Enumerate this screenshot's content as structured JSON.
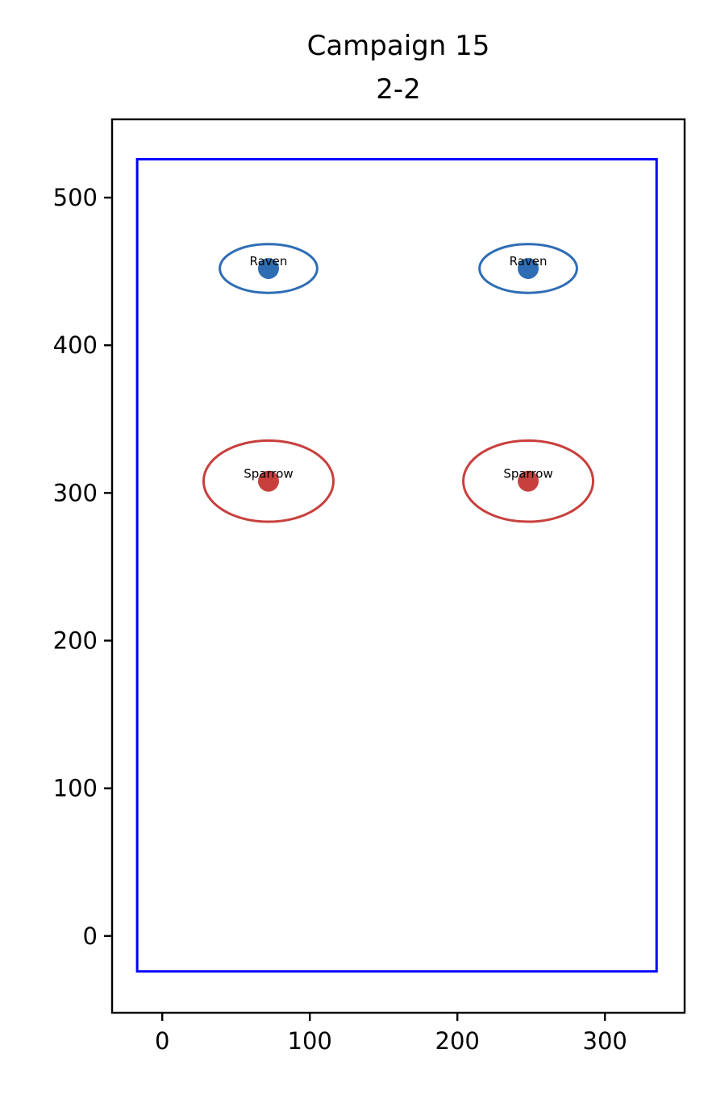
{
  "chart_data": {
    "type": "scatter",
    "title_lines": [
      "Campaign 15",
      "2-2"
    ],
    "xlabel": "",
    "ylabel": "",
    "xlim": [
      -34,
      354
    ],
    "ylim": [
      -52,
      553
    ],
    "xticks": [
      0,
      100,
      200,
      300
    ],
    "yticks": [
      0,
      100,
      200,
      300,
      400,
      500
    ],
    "grid": false,
    "boundary": {
      "x": [
        -17,
        335
      ],
      "y": [
        -24,
        526
      ],
      "color": "#0000ff"
    },
    "series": [
      {
        "color": "#2e6db4",
        "points": [
          {
            "x": 72,
            "y": 452,
            "label": "Raven",
            "ellipse_width": 66,
            "ellipse_height": 33
          },
          {
            "x": 248,
            "y": 452,
            "label": "Raven",
            "ellipse_width": 66,
            "ellipse_height": 33
          }
        ]
      },
      {
        "color": "#c8403d",
        "points": [
          {
            "x": 72,
            "y": 308,
            "label": "Sparrow",
            "ellipse_width": 88,
            "ellipse_height": 55
          },
          {
            "x": 248,
            "y": 308,
            "label": "Sparrow",
            "ellipse_width": 88,
            "ellipse_height": 55
          }
        ]
      }
    ]
  }
}
